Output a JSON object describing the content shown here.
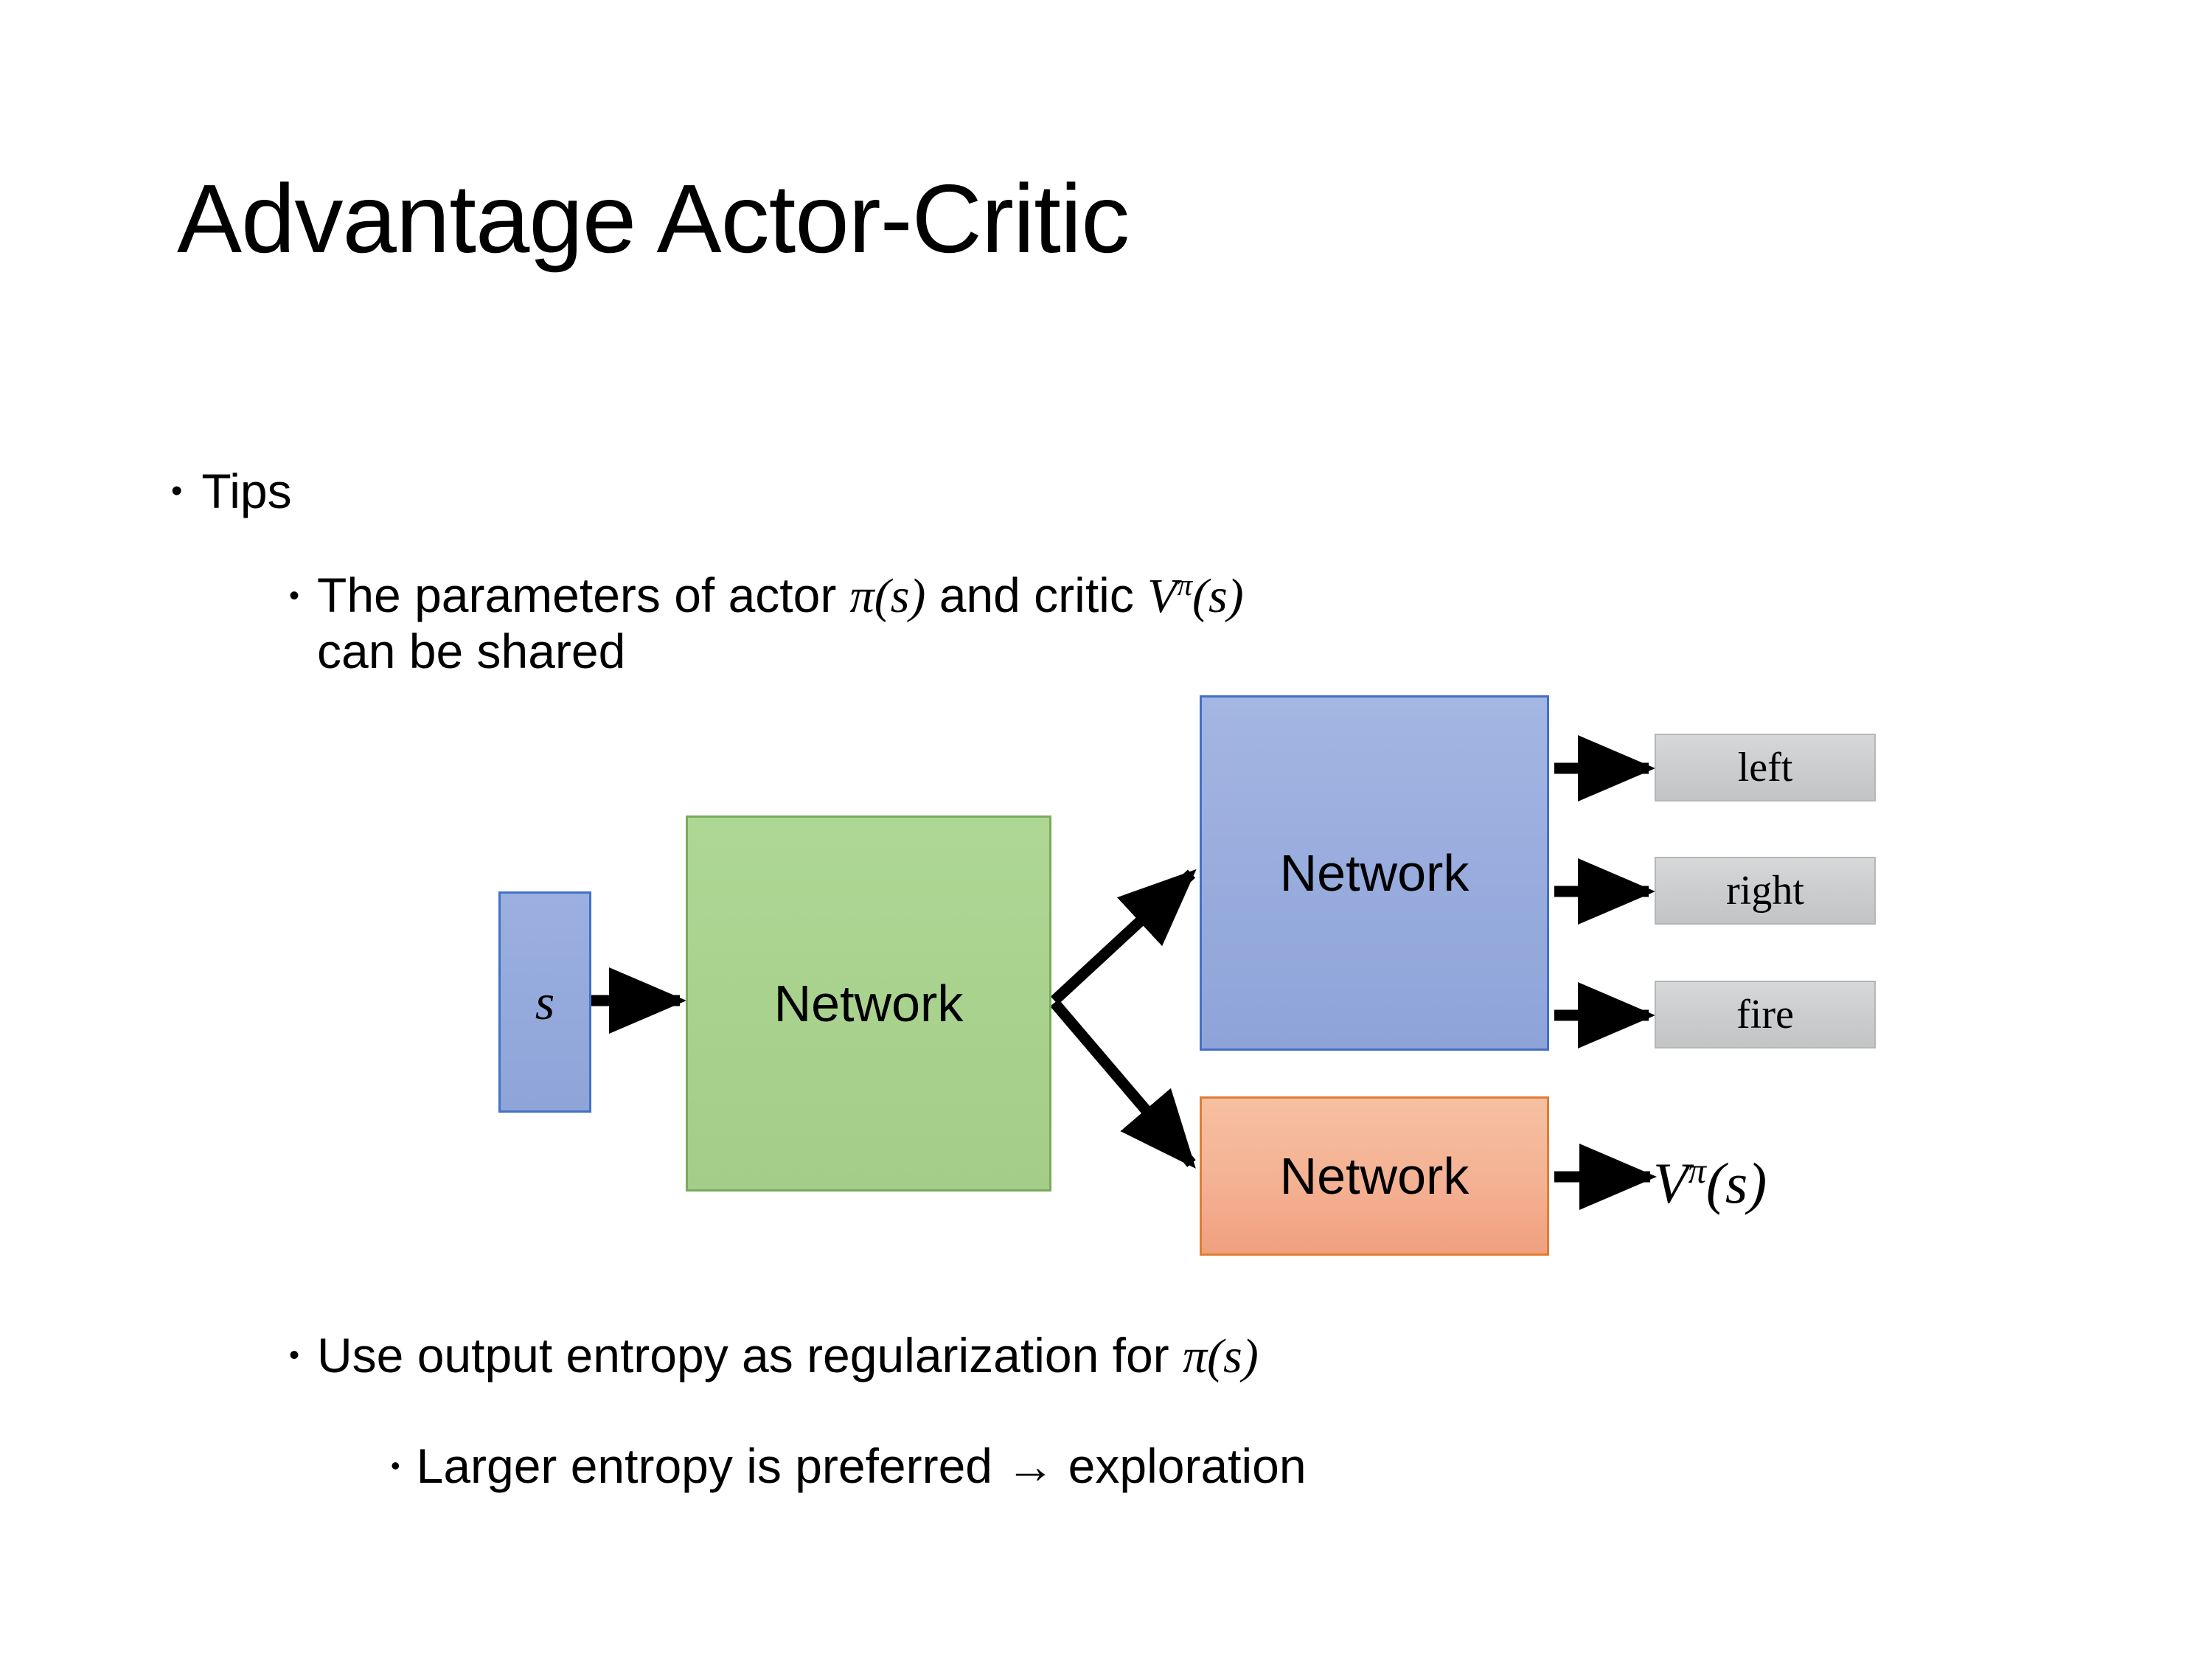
{
  "slide": {
    "title": "Advantage Actor-Critic",
    "background_color": "#ffffff"
  },
  "bullets": {
    "tips": {
      "marker": "•",
      "label": "Tips"
    },
    "parameters": {
      "marker": "•",
      "text_part1": "The parameters of actor ",
      "math_actor": "π(s)",
      "text_part2": "  and critic ",
      "math_critic_base": "V",
      "math_critic_sup": "π",
      "math_critic_arg": "(s)",
      "text_line2": "can be shared"
    },
    "entropy": {
      "marker": "•",
      "text_part1": "Use output entropy as regularization for ",
      "math_policy": "π(s)"
    },
    "larger_entropy": {
      "marker": "•",
      "text": "Larger entropy is preferred → exploration"
    }
  },
  "diagram": {
    "state_node": {
      "label": "s",
      "fill": "#95a9dc",
      "border": "#4371c4"
    },
    "shared_network": {
      "label": "Network",
      "fill": "#a9d18e",
      "border": "#7aab5c"
    },
    "actor_network": {
      "label": "Network",
      "fill": "#95abdc",
      "border": "#4371c4"
    },
    "critic_network": {
      "label": "Network",
      "fill": "#f4b183",
      "border": "#e07d33"
    },
    "actions": [
      {
        "label": "left"
      },
      {
        "label": "right"
      },
      {
        "label": "fire"
      }
    ],
    "critic_output": {
      "base": "V",
      "sup": "π",
      "arg": "(s)"
    },
    "arrow_color": "#000000"
  }
}
